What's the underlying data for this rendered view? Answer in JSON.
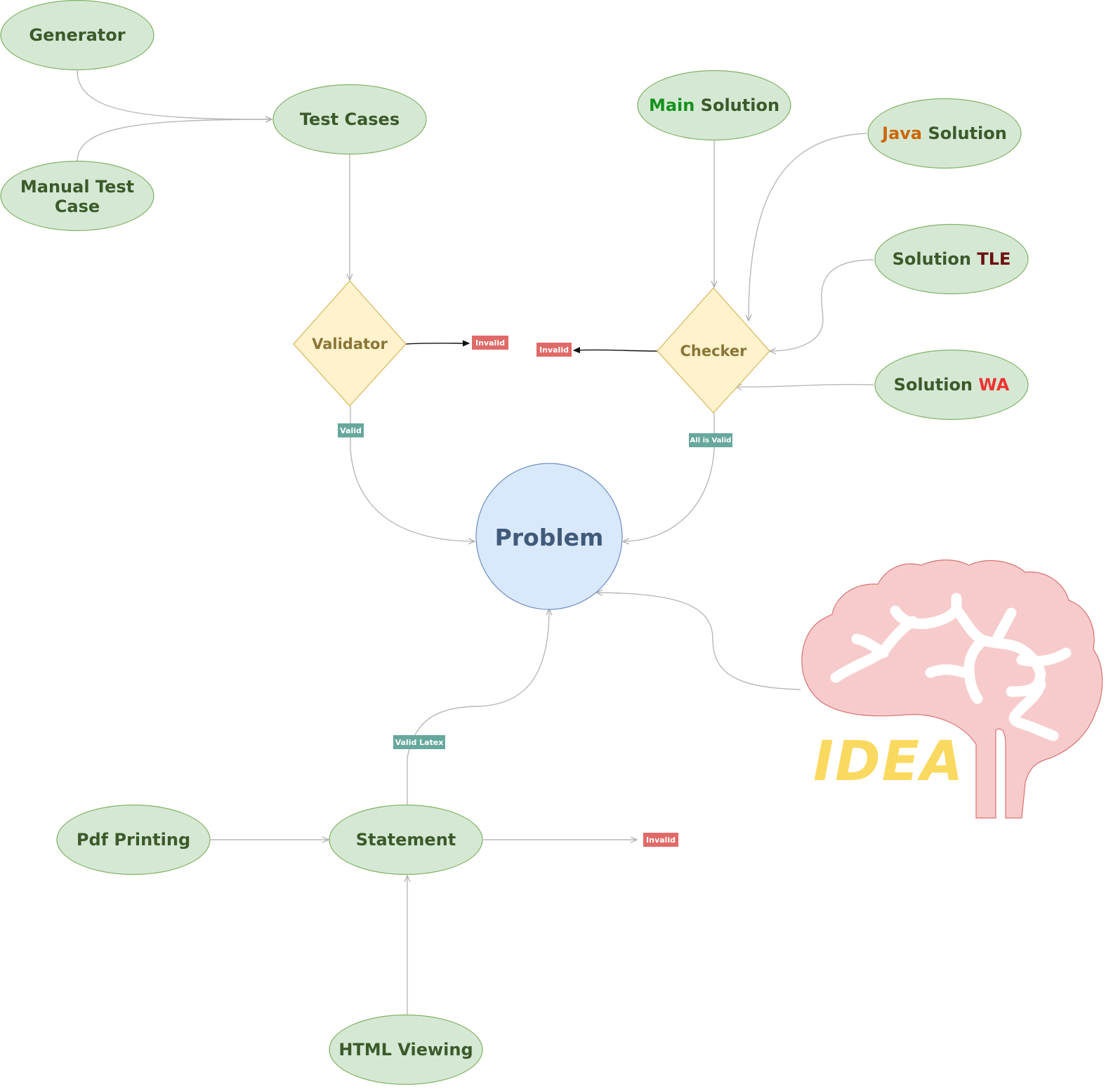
{
  "colors": {
    "ellipse_fill": "#d5e8d4",
    "ellipse_stroke": "#82b366",
    "diamond_fill": "#fff2cc",
    "diamond_stroke": "#d6b656",
    "problem_fill": "#dae8fc",
    "problem_stroke": "#6c8ebf",
    "brain_fill": "#f7cbcb",
    "brain_stroke": "#d97272",
    "main_green": "#15921c",
    "java_orange": "#cc6600",
    "tle_maroon": "#6b0f0f",
    "wa_red": "#f03232",
    "tag_red": "#e06a68",
    "tag_teal": "#67a89d"
  },
  "nodes": {
    "generator": "Generator",
    "manual_test_case": "Manual Test Case",
    "test_cases": "Test Cases",
    "validator": "Validator",
    "checker": "Checker",
    "main_solution": {
      "accent": "Main",
      "rest": " Solution"
    },
    "java_solution": {
      "accent": "Java",
      "rest": " Solution"
    },
    "solution_tle": {
      "rest": "Solution ",
      "accent": "TLE"
    },
    "solution_wa": {
      "rest": "Solution ",
      "accent": "WA"
    },
    "problem": "Problem",
    "pdf_printing": "Pdf Printing",
    "statement": "Statement",
    "html_viewing": "HTML Viewing"
  },
  "tags": {
    "validator_invalid": "Invalid",
    "checker_invalid": "Invalid",
    "statement_invalid": "Invalid",
    "valid": "Valid",
    "all_is_valid": "All is Valid",
    "valid_latex": "Valid Latex"
  },
  "idea_text": "IDEA",
  "brain_icon": "brain-icon"
}
